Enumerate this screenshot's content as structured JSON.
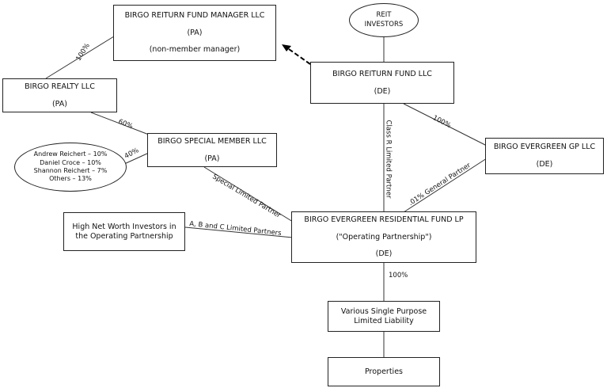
{
  "entities": {
    "fund_manager": {
      "name": "BIRGO REITURN FUND MANAGER LLC",
      "state": "(PA)",
      "note": "(non-member manager)"
    },
    "reit_investors": {
      "line1": "REIT",
      "line2": "INVESTORS"
    },
    "reiturn_fund": {
      "name": "BIRGO REITURN FUND LLC",
      "state": "(DE)"
    },
    "realty": {
      "name": "BIRGO REALTY LLC",
      "state": "(PA)"
    },
    "special_member": {
      "name": "BIRGO SPECIAL MEMBER LLC",
      "state": "(PA)"
    },
    "evergreen_gp": {
      "name": "BIRGO EVERGREEN GP LLC",
      "state": "(DE)"
    },
    "owners": [
      "Andrew Reichert – 10%",
      "Daniel Croce – 10%",
      "Shannon Reichert – 7%",
      "Others – 13%"
    ],
    "hnw_investors": {
      "line1": "High Net Worth Investors in",
      "line2": "the Operating Partnership"
    },
    "operating_partnership": {
      "name": "BIRGO EVERGREEN RESIDENTIAL FUND LP",
      "alias": "(\"Operating Partnership\")",
      "state": "(DE)"
    },
    "spe": {
      "line1": "Various Single Purpose",
      "line2": "Limited Liability"
    },
    "properties": {
      "name": "Properties"
    }
  },
  "links": {
    "realty_to_manager": "100%",
    "realty_to_special": "60%",
    "owners_to_special": "40%",
    "fund_to_gp": "100%",
    "class_r": "Class R Limited Partner",
    "special_lp": "Special Limited Partner",
    "general_partner": ".01% General Partner",
    "abc_lp": "A, B and C Limited Partners",
    "op_to_spe": "100%"
  }
}
